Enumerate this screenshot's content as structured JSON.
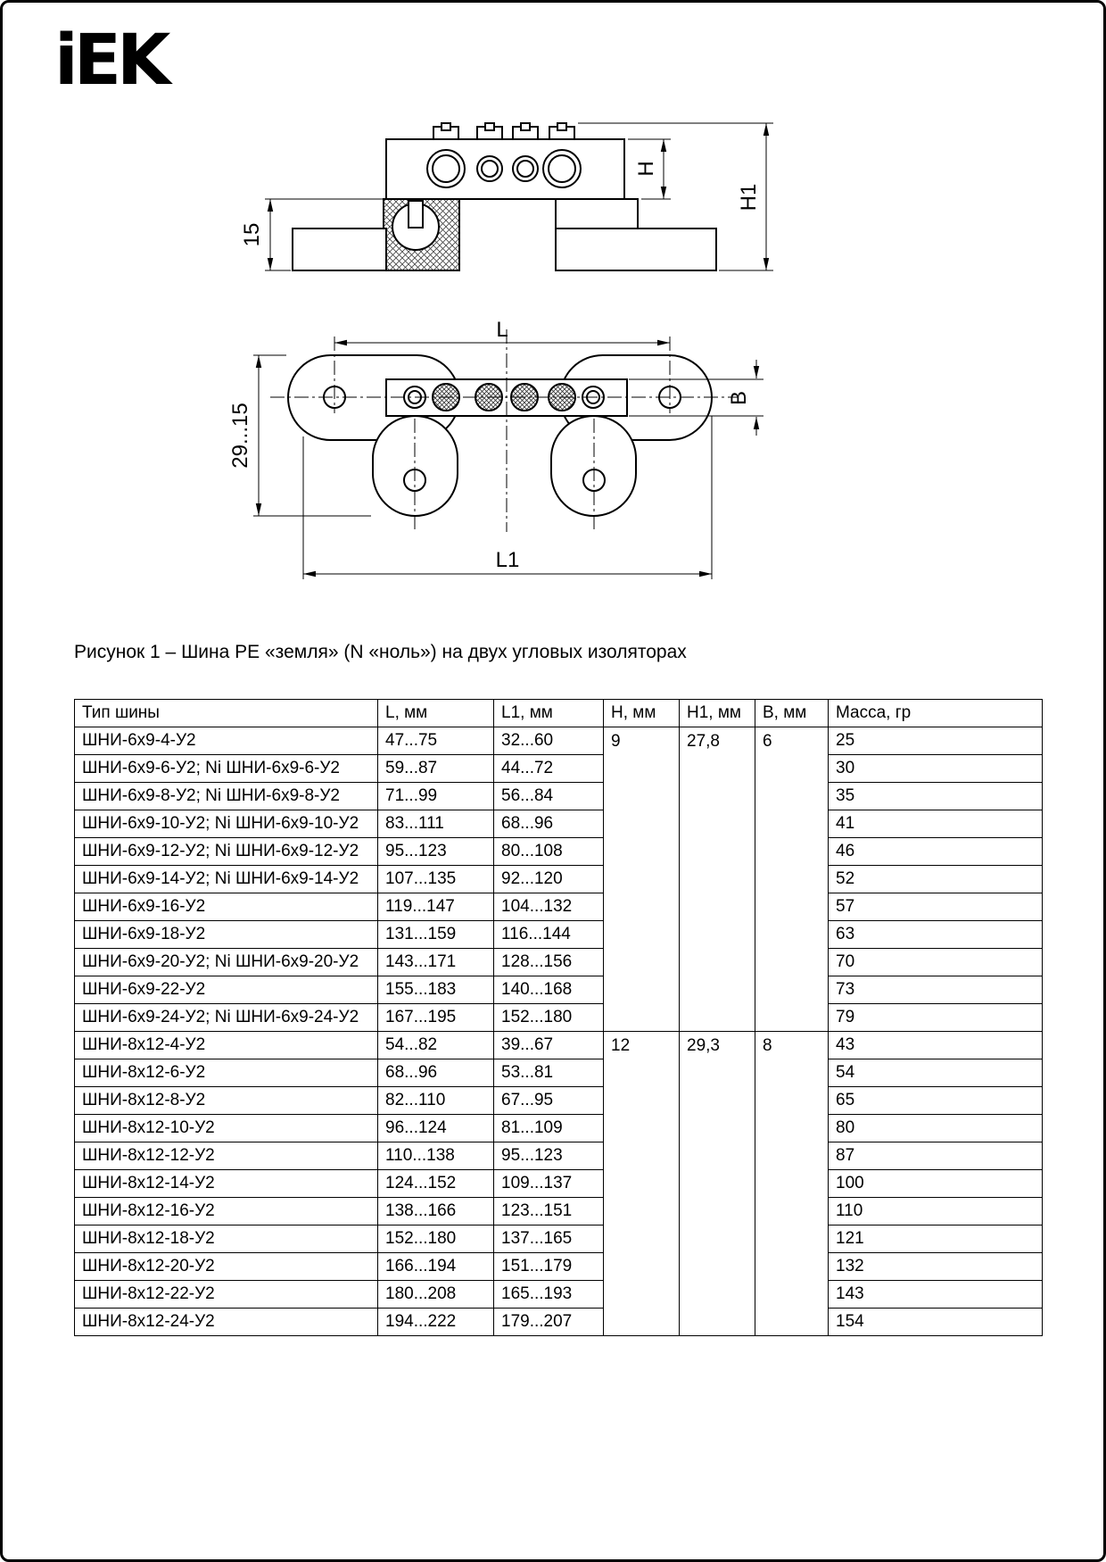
{
  "header": {
    "logo_text": "iEK"
  },
  "figure": {
    "caption": "Рисунок 1 – Шина PE «земля» (N «ноль») на двух угловых изоляторах",
    "dims": {
      "insulator_height": "15",
      "h": "H",
      "h1": "H1",
      "l": "L",
      "mount_range": "29...15",
      "b": "B",
      "l1": "L1"
    }
  },
  "table": {
    "headers": [
      "Тип шины",
      "L, мм",
      "L1, мм",
      "H, мм",
      "H1, мм",
      "B, мм",
      "Масса, гр"
    ],
    "groups": [
      {
        "h": "9",
        "h1": "27,8",
        "b": "6",
        "rows": [
          {
            "type": "ШНИ-6x9-4-У2",
            "l": "47...75",
            "l1": "32...60",
            "mass": "25"
          },
          {
            "type": "ШНИ-6x9-6-У2; Ni ШНИ-6x9-6-У2",
            "l": "59...87",
            "l1": "44...72",
            "mass": "30"
          },
          {
            "type": "ШНИ-6x9-8-У2; Ni ШНИ-6x9-8-У2",
            "l": "71...99",
            "l1": "56...84",
            "mass": "35"
          },
          {
            "type": "ШНИ-6x9-10-У2; Ni ШНИ-6x9-10-У2",
            "l": "83...111",
            "l1": "68...96",
            "mass": "41"
          },
          {
            "type": "ШНИ-6x9-12-У2; Ni ШНИ-6x9-12-У2",
            "l": "95...123",
            "l1": "80...108",
            "mass": "46"
          },
          {
            "type": "ШНИ-6x9-14-У2; Ni ШНИ-6x9-14-У2",
            "l": "107...135",
            "l1": "92...120",
            "mass": "52"
          },
          {
            "type": "ШНИ-6x9-16-У2",
            "l": "119...147",
            "l1": "104...132",
            "mass": "57"
          },
          {
            "type": "ШНИ-6x9-18-У2",
            "l": "131...159",
            "l1": "116...144",
            "mass": "63"
          },
          {
            "type": "ШНИ-6x9-20-У2; Ni ШНИ-6x9-20-У2",
            "l": "143...171",
            "l1": "128...156",
            "mass": "70"
          },
          {
            "type": "ШНИ-6x9-22-У2",
            "l": "155...183",
            "l1": "140...168",
            "mass": "73"
          },
          {
            "type": "ШНИ-6x9-24-У2; Ni ШНИ-6x9-24-У2",
            "l": "167...195",
            "l1": "152...180",
            "mass": "79"
          }
        ]
      },
      {
        "h": "12",
        "h1": "29,3",
        "b": "8",
        "rows": [
          {
            "type": "ШНИ-8x12-4-У2",
            "l": "54...82",
            "l1": "39...67",
            "mass": "43"
          },
          {
            "type": "ШНИ-8x12-6-У2",
            "l": "68...96",
            "l1": "53...81",
            "mass": "54"
          },
          {
            "type": "ШНИ-8x12-8-У2",
            "l": "82...110",
            "l1": "67...95",
            "mass": "65"
          },
          {
            "type": "ШНИ-8x12-10-У2",
            "l": "96...124",
            "l1": "81...109",
            "mass": "80"
          },
          {
            "type": "ШНИ-8x12-12-У2",
            "l": "110...138",
            "l1": "95...123",
            "mass": "87"
          },
          {
            "type": "ШНИ-8x12-14-У2",
            "l": "124...152",
            "l1": "109...137",
            "mass": "100"
          },
          {
            "type": "ШНИ-8x12-16-У2",
            "l": "138...166",
            "l1": "123...151",
            "mass": "110"
          },
          {
            "type": "ШНИ-8x12-18-У2",
            "l": "152...180",
            "l1": "137...165",
            "mass": "121"
          },
          {
            "type": "ШНИ-8x12-20-У2",
            "l": "166...194",
            "l1": "151...179",
            "mass": "132"
          },
          {
            "type": "ШНИ-8x12-22-У2",
            "l": "180...208",
            "l1": "165...193",
            "mass": "143"
          },
          {
            "type": "ШНИ-8x12-24-У2",
            "l": "194...222",
            "l1": "179...207",
            "mass": "154"
          }
        ]
      }
    ]
  }
}
